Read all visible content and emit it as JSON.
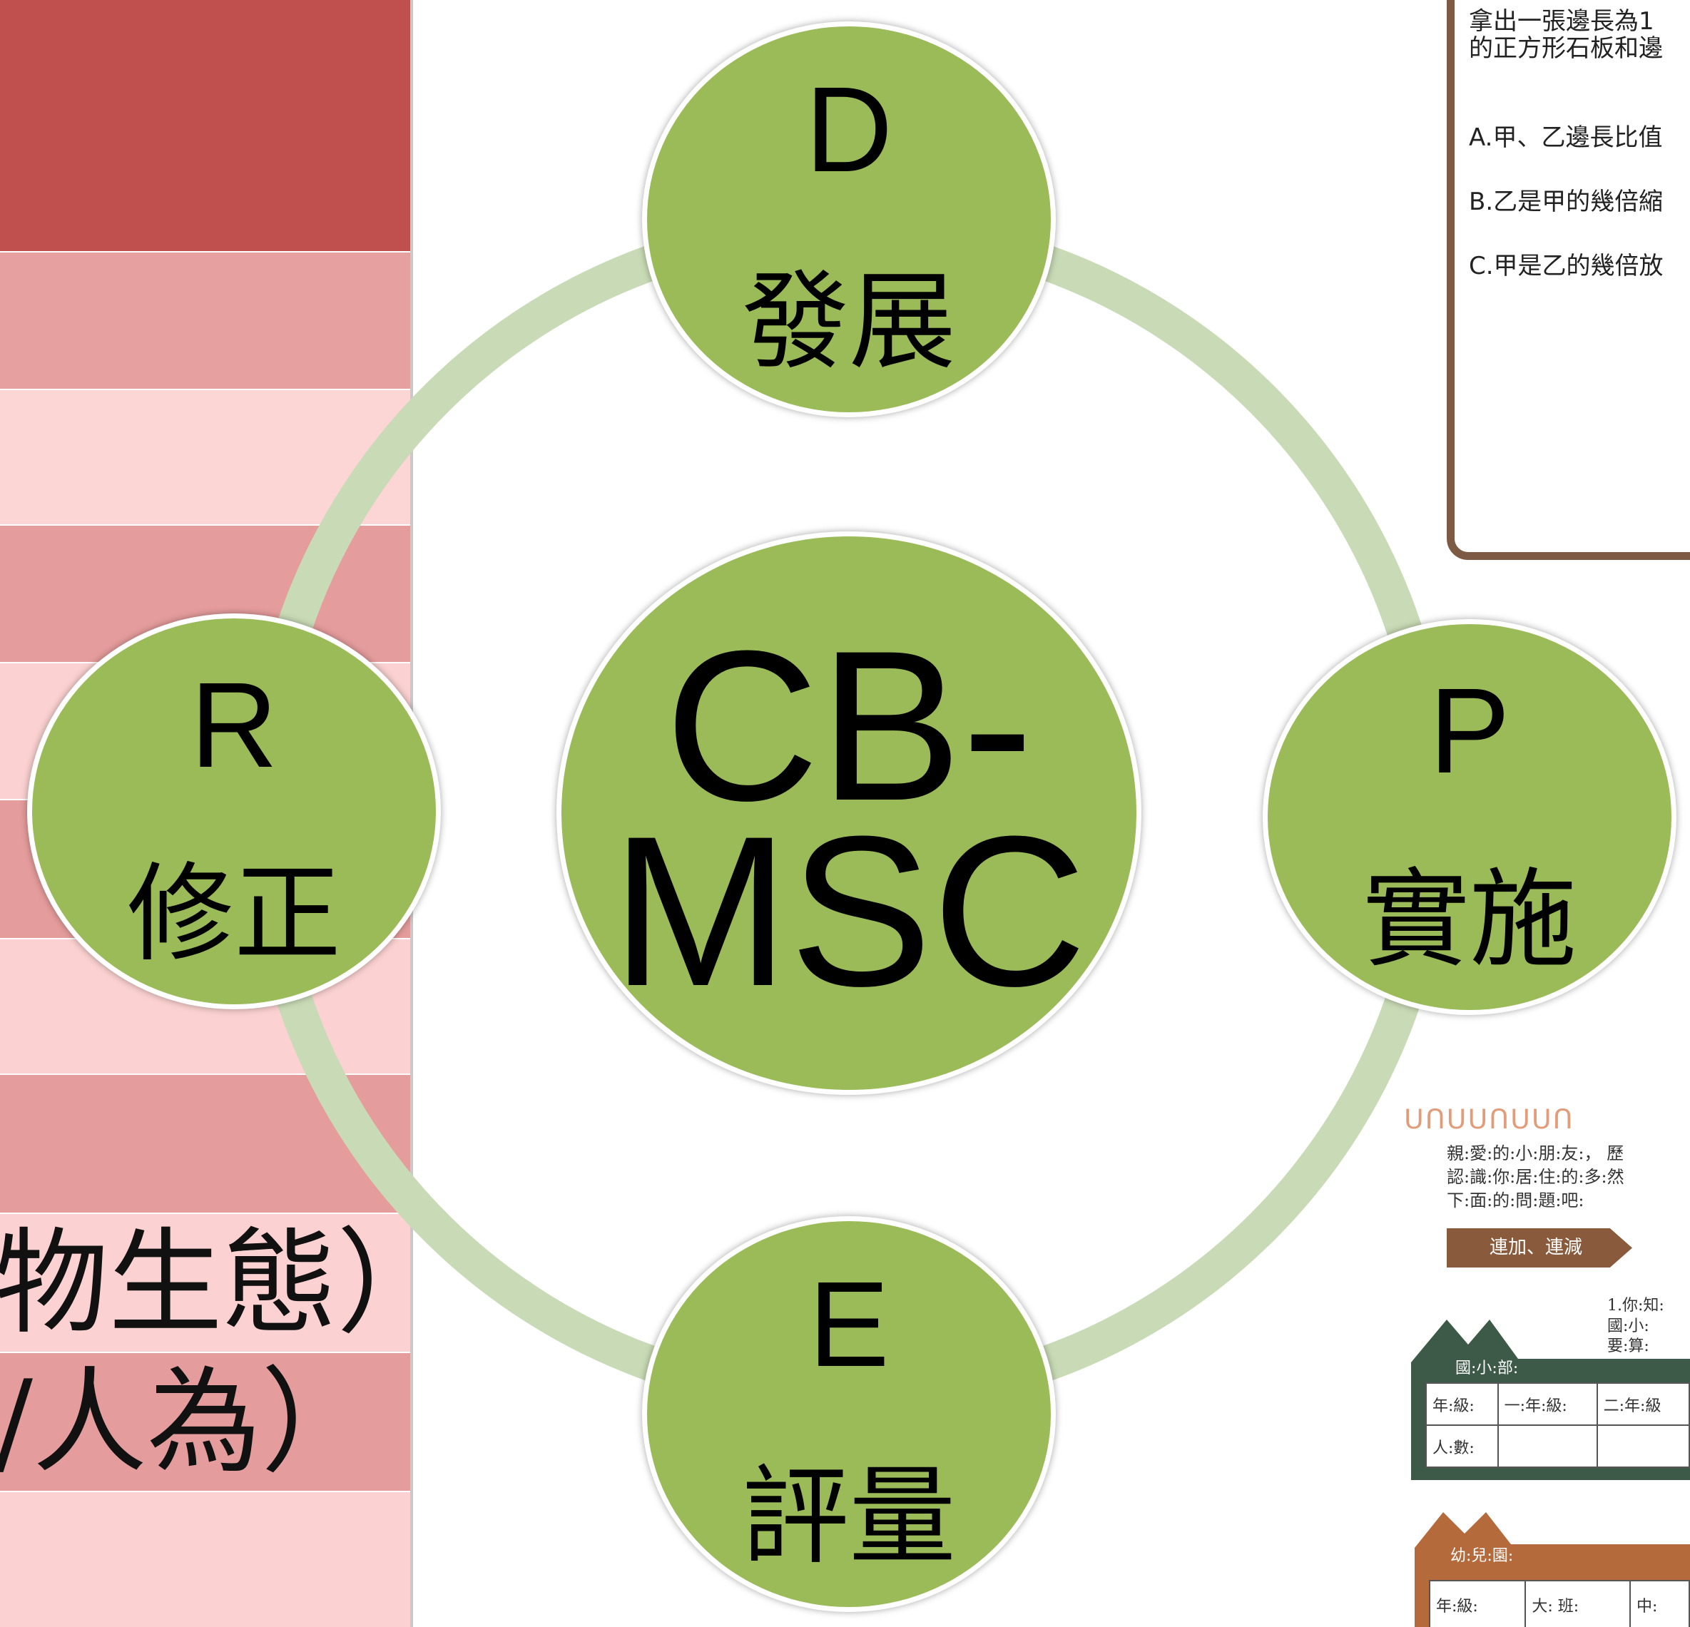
{
  "left_table": {
    "rows": [
      {
        "text": "",
        "color": "#c0504d"
      },
      {
        "text": "",
        "color": "#e6a0a0"
      },
      {
        "text": "",
        "color": "#fcd5d5"
      },
      {
        "text": "",
        "color": "#e59c9c"
      },
      {
        "text": "",
        "color": "#fbd1d1"
      },
      {
        "text": "",
        "color": "#e59c9c"
      },
      {
        "text": "",
        "color": "#fbd1d1"
      },
      {
        "text": "",
        "color": "#e59c9c"
      },
      {
        "text": "物生態）",
        "color": "#fbd1d1"
      },
      {
        "text": "/人為）",
        "color": "#e59c9c"
      },
      {
        "text": "",
        "color": "#fbd1d1"
      }
    ]
  },
  "cycle": {
    "center_line1": "CB-",
    "center_line2": "MSC",
    "nodes": {
      "d": {
        "letter": "D",
        "label": "發展"
      },
      "p": {
        "letter": "P",
        "label": "實施"
      },
      "e": {
        "letter": "E",
        "label": "評量"
      },
      "r": {
        "letter": "R",
        "label": "修正"
      }
    }
  },
  "quiz_card": {
    "line1": "拿出一張邊長為1",
    "line2": "的正方形石板和邊",
    "option_a": "A.甲、乙邊長比值",
    "option_b": "B.乙是甲的幾倍縮",
    "option_c": "C.甲是乙的幾倍放"
  },
  "worksheet": {
    "wavy": "ᑌᑎᑌᑌᑎᑌᑌᑎ",
    "line1": "親:愛:的:小:朋:友:， 歷",
    "line2": "認:識:你:居:住:的:多:然",
    "line3": "下:面:的:問:題:吧:",
    "banner": "連加、連減",
    "question_line1": "1.你:知:",
    "question_line2": "國:小:",
    "question_line3": "要:算:",
    "green_label": "國:小:部:",
    "table1": {
      "headers": [
        "年:級:",
        "一:年:級:",
        "二:年:級"
      ],
      "row_label": "人:數:"
    },
    "brown_label": "幼:兒:園:",
    "table2": {
      "headers": [
        "年:級:",
        "大: 班:",
        "中:"
      ]
    }
  }
}
